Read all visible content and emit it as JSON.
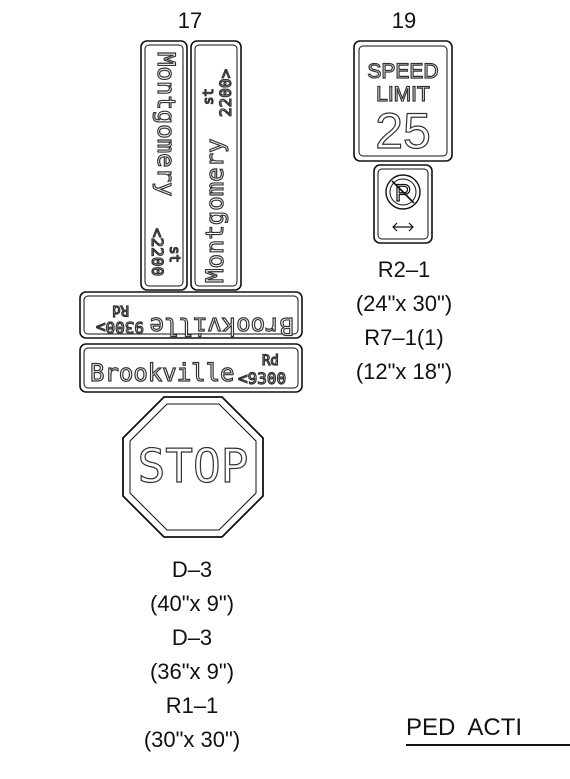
{
  "signs": {
    "left": {
      "number": "17",
      "vertical_1": {
        "name": "Montgomery",
        "suffix": "st",
        "range": "<2200"
      },
      "vertical_2": {
        "name": "Montgomery",
        "suffix": "st",
        "range": "2200>"
      },
      "horizontal_top": {
        "name": "Brookville",
        "suffix": "Rd",
        "range": "9300>"
      },
      "horizontal_bottom": {
        "name": "Brookville",
        "suffix": "Rd",
        "range": "<9300"
      },
      "stop": "STOP",
      "labels": [
        "D–3",
        "(40\"x 9\")",
        "D–3",
        "(36\"x 9\")",
        "R1–1",
        "(30\"x 30\")"
      ]
    },
    "right": {
      "number": "19",
      "speed_line1": "SPEED",
      "speed_line2": "LIMIT",
      "speed_value": "25",
      "labels": [
        "R2–1",
        "(24\"x 30\")",
        "R7–1(1)",
        "(12\"x 18\")"
      ]
    }
  },
  "footer": {
    "ped_label": "PED  ACTI"
  }
}
